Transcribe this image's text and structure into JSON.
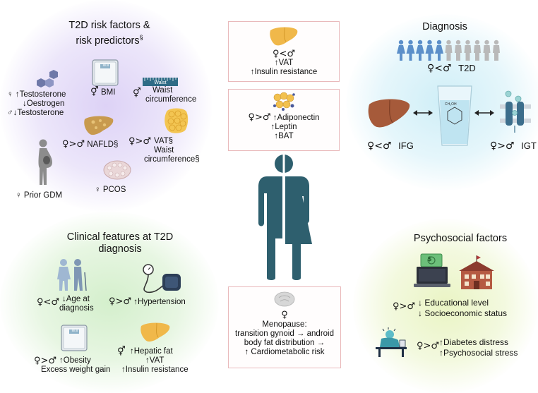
{
  "sections": {
    "risk": {
      "title_l1": "T2D risk factors &",
      "title_l2": "risk predictors",
      "title_sup": "§",
      "testosterone_l1": "♀ ↑Testosterone",
      "testosterone_l2": "↓Oestrogen",
      "testosterone_l3": "♂↓Testosterone",
      "bmi_sym": "⚥",
      "bmi": "BMI",
      "scale_display": "88.8",
      "waist_tape": "Waist",
      "waist_sym": "⚥",
      "waist_l1": "Waist",
      "waist_l2": "circumference",
      "nafld_sym": "♀>♂",
      "nafld": "NAFLD§",
      "vat_sym": "♀>♂",
      "vat_l1": "VAT§",
      "vat_l2": "Waist",
      "vat_l3": "circumference§",
      "gdm": "♀ Prior GDM",
      "pcos": "♀ PCOS"
    },
    "top_box": {
      "sym": "♀<♂",
      "l1": "↑VAT",
      "l2": "↑Insulin resistance"
    },
    "mid_box": {
      "sym": "♀>♂",
      "l1": "↑Adiponectin",
      "l2": "↑Leptin",
      "l3": "↑BAT"
    },
    "diagnosis": {
      "title": "Diagnosis",
      "t2d_sym": "♀<♂",
      "t2d": "T2D",
      "ifg_sym": "♀<♂",
      "ifg": "IFG",
      "igt_sym": "♀>♂",
      "igt": "IGT",
      "glucose": "CH₂OH"
    },
    "clinical": {
      "title_l1": "Clinical features at T2D",
      "title_l2": "diagnosis",
      "age_sym": "♀<♂",
      "age_l1": "↓Age at",
      "age_l2": "diagnosis",
      "hyp_sym": "♀>♂",
      "hyp": "↑Hypertension",
      "obesity_sym": "♀>♂",
      "obesity_l1": "↑Obesity",
      "obesity_l2": "Excess weight gain",
      "hepatic_sym": "⚥",
      "hepatic_l1": "↑Hepatic fat",
      "hepatic_l2": "↑VAT",
      "hepatic_l3": "↑Insulin resistance",
      "scale_display": "88.8"
    },
    "menopause": {
      "sym": "♀",
      "l1": "Menopause:",
      "l2": "transition gynoid → android",
      "l3": "body fat distribution →",
      "l4": "↑  Cardiometabolic risk"
    },
    "psycho": {
      "title": "Psychosocial factors",
      "sym1": "♀>♂",
      "edu_l1": "↓ Educational level",
      "edu_l2": "↓ Socioeconomic status",
      "sym2": "♀>♂",
      "stress_l1": "↑Diabetes distress",
      "stress_l2": "↑Psychosocial stress"
    }
  },
  "colors": {
    "purple_glow": "#e4dcf7",
    "blue_glow": "#d7f0f7",
    "green_glow": "#dbf1d6",
    "yellow_glow": "#eef5cf",
    "figure": "#2e5f6e",
    "box_border": "#e9b9bb",
    "liver": "#a0522d",
    "fat": "#f2c14e",
    "women": "#5b8fc9",
    "men": "#b9b9b9"
  }
}
